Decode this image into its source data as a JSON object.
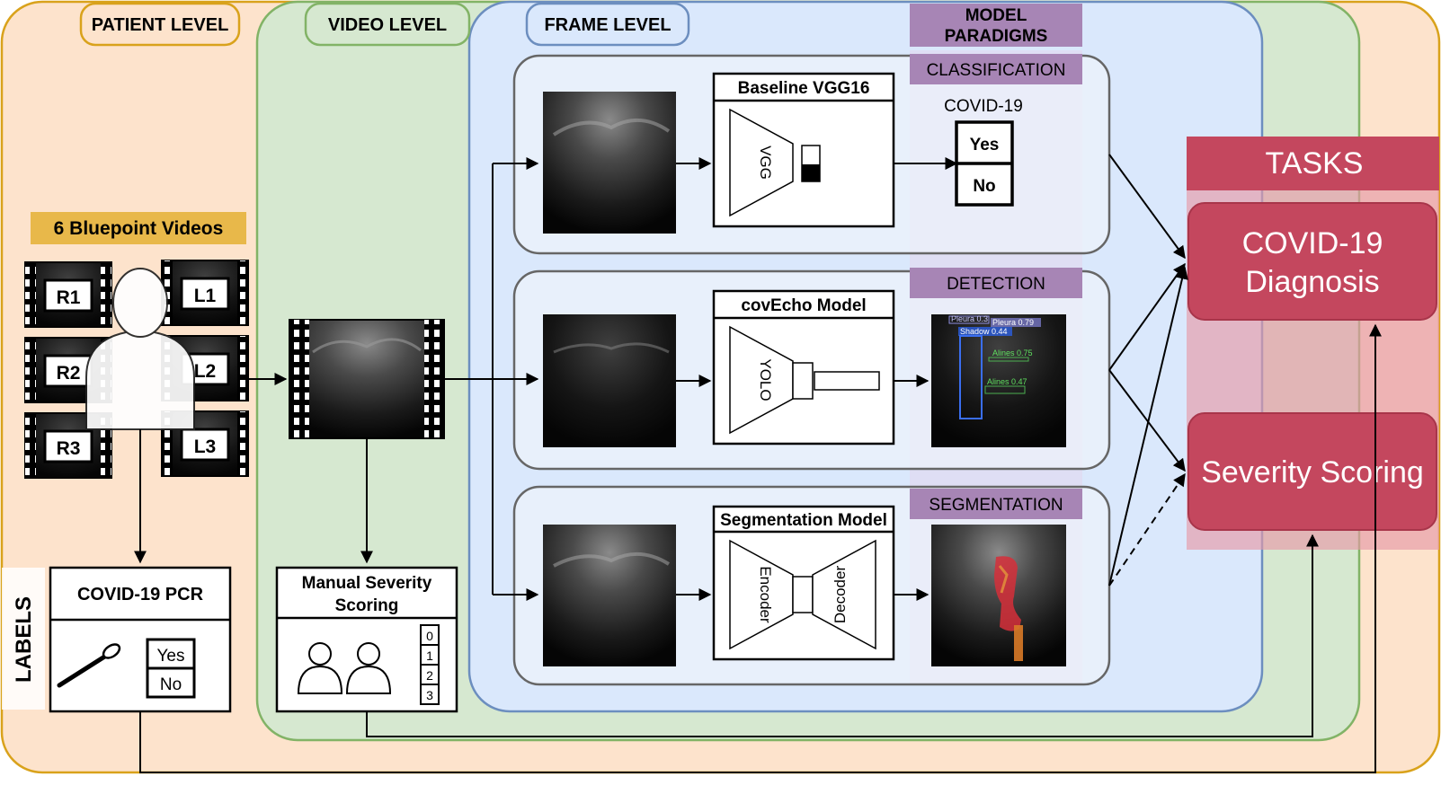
{
  "levels": {
    "patient": "PATIENT LEVEL",
    "video": "VIDEO LEVEL",
    "frame": "FRAME LEVEL"
  },
  "paradigms": {
    "header_line1": "MODEL",
    "header_line2": "PARADIGMS",
    "classification": "CLASSIFICATION",
    "detection": "DETECTION",
    "segmentation": "SEGMENTATION"
  },
  "patient": {
    "videos_label": "6 Bluepoint Videos",
    "points": [
      "R1",
      "R2",
      "R3",
      "L1",
      "L2",
      "L3"
    ]
  },
  "labels": {
    "side_label": "LABELS",
    "pcr_title": "COVID-19 PCR",
    "pcr_yes": "Yes",
    "pcr_no": "No",
    "manual_line1": "Manual Severity",
    "manual_line2": "Scoring",
    "scores": [
      "0",
      "1",
      "2",
      "3"
    ]
  },
  "models": {
    "vgg_title": "Baseline VGG16",
    "vgg_inner": "VGG",
    "covecho_title": "covEcho Model",
    "yolo_inner": "YOLO",
    "seg_title": "Segmentation Model",
    "encoder": "Encoder",
    "decoder": "Decoder"
  },
  "classification_output": {
    "label": "COVID-19",
    "yes": "Yes",
    "no": "No"
  },
  "detections": {
    "pleura_1": "Pleura 0.3",
    "pleura_2": "Pleura 0.79",
    "shadow": "Shadow 0.44",
    "alines_1": "Alines 0.75",
    "alines_2": "Alines 0.47"
  },
  "tasks": {
    "header": "TASKS",
    "diagnosis_line1": "COVID-19",
    "diagnosis_line2": "Diagnosis",
    "severity": "Severity Scoring"
  },
  "colors": {
    "patient_fill": "#fde3cc",
    "patient_stroke": "#d9a21b",
    "video_fill": "#d6e8d0",
    "video_stroke": "#82b366",
    "frame_fill": "#dae8fc",
    "frame_stroke": "#6c8ebf",
    "paradigm_purple": "#9673a6",
    "task_red": "#c4475e",
    "bluepoint_yellow": "#e8b84a"
  }
}
